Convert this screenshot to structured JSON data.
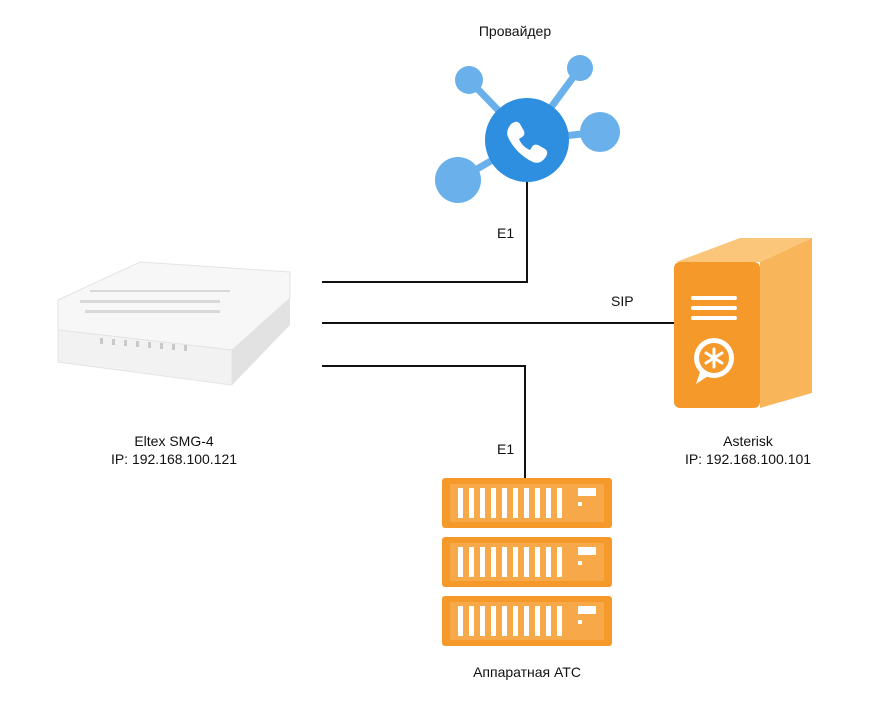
{
  "nodes": {
    "provider": {
      "label": "Провайдер",
      "icon": "phone-network-icon"
    },
    "smg": {
      "name": "Eltex SMG-4",
      "ip": "IP: 192.168.100.121",
      "icon": "gateway-device-icon"
    },
    "asterisk": {
      "name": "Asterisk",
      "ip": "IP: 192.168.100.101",
      "icon": "asterisk-server-icon"
    },
    "pbx": {
      "label": "Аппаратная АТС",
      "icon": "rack-servers-icon"
    }
  },
  "links": {
    "provider_e1": "E1",
    "sip": "SIP",
    "pbx_e1": "E1"
  },
  "colors": {
    "phone_blue": "#2e8ee0",
    "node_blue": "#6ab0ea",
    "server_orange": "#f59a2a",
    "server_orange_light": "#f9b55a",
    "line": "#111111"
  }
}
